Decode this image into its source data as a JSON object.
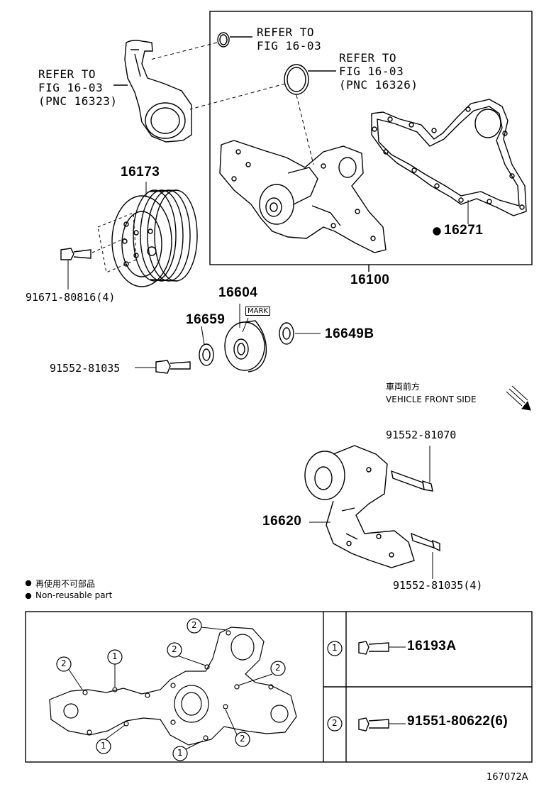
{
  "labels": {
    "refer_1": "REFER TO\nFIG 16-03",
    "refer_2": "REFER TO\nFIG 16-03\n(PNC 16326)",
    "refer_3": "REFER TO\nFIG 16-03\n(PNC 16323)",
    "p16173": "16173",
    "p16100": "16100",
    "p16271": "16271",
    "p91671": "91671-80816(4)",
    "p16604": "16604",
    "p16659": "16659",
    "p16649b": "16649B",
    "p91552a": "91552-81035",
    "mark": "MARK",
    "vehicle_jp": "車両前方",
    "vehicle_en": "VEHICLE FRONT SIDE",
    "p91552b": "91552-81070",
    "p16620": "16620",
    "p91552c": "91552-81035(4)",
    "legend_jp": "再使用不可部品",
    "legend_en": "Non-reusable part",
    "bolt1": "16193A",
    "bolt2": "91551-80622(6)",
    "circ1": "1",
    "circ2": "2",
    "figure_id": "167072A"
  },
  "colors": {
    "ink": "#000000",
    "paper": "#ffffff"
  }
}
